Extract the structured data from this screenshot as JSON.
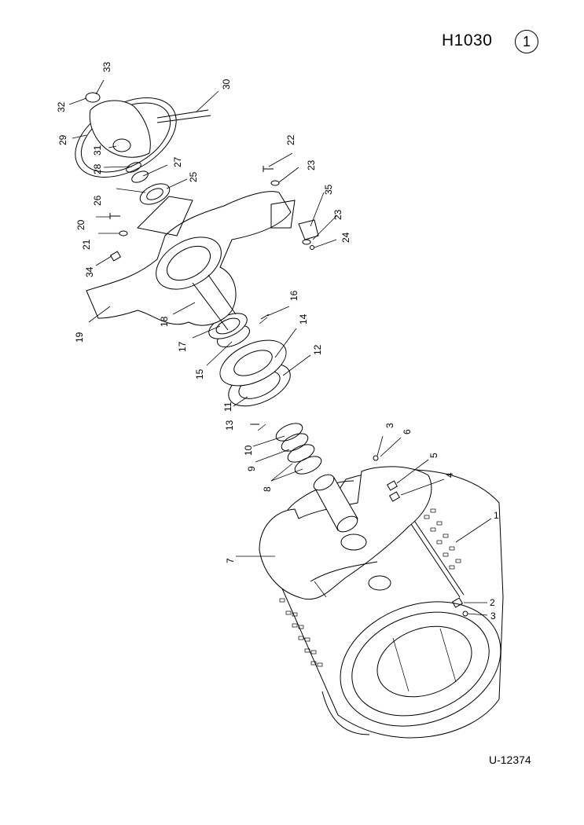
{
  "header": {
    "code": "H1030",
    "sheet": "1"
  },
  "footer": {
    "drawing_number": "U-12374"
  },
  "callouts": {
    "c1": "1",
    "c2": "2",
    "c3a": "3",
    "c3b": "3",
    "c4": "4",
    "c5": "5",
    "c6": "6",
    "c7": "7",
    "c8": "8",
    "c9": "9",
    "c10": "10",
    "c11": "11",
    "c12": "12",
    "c13": "13",
    "c14": "14",
    "c15": "15",
    "c16": "16",
    "c17": "17",
    "c18": "18",
    "c19": "19",
    "c20": "20",
    "c21": "21",
    "c22": "22",
    "c23a": "23",
    "c23b": "23",
    "c24": "24",
    "c25": "25",
    "c26": "26",
    "c27": "27",
    "c28": "28",
    "c29": "29",
    "c30": "30",
    "c31": "31",
    "c32": "32",
    "c33": "33",
    "c34": "34",
    "c35": "35"
  }
}
